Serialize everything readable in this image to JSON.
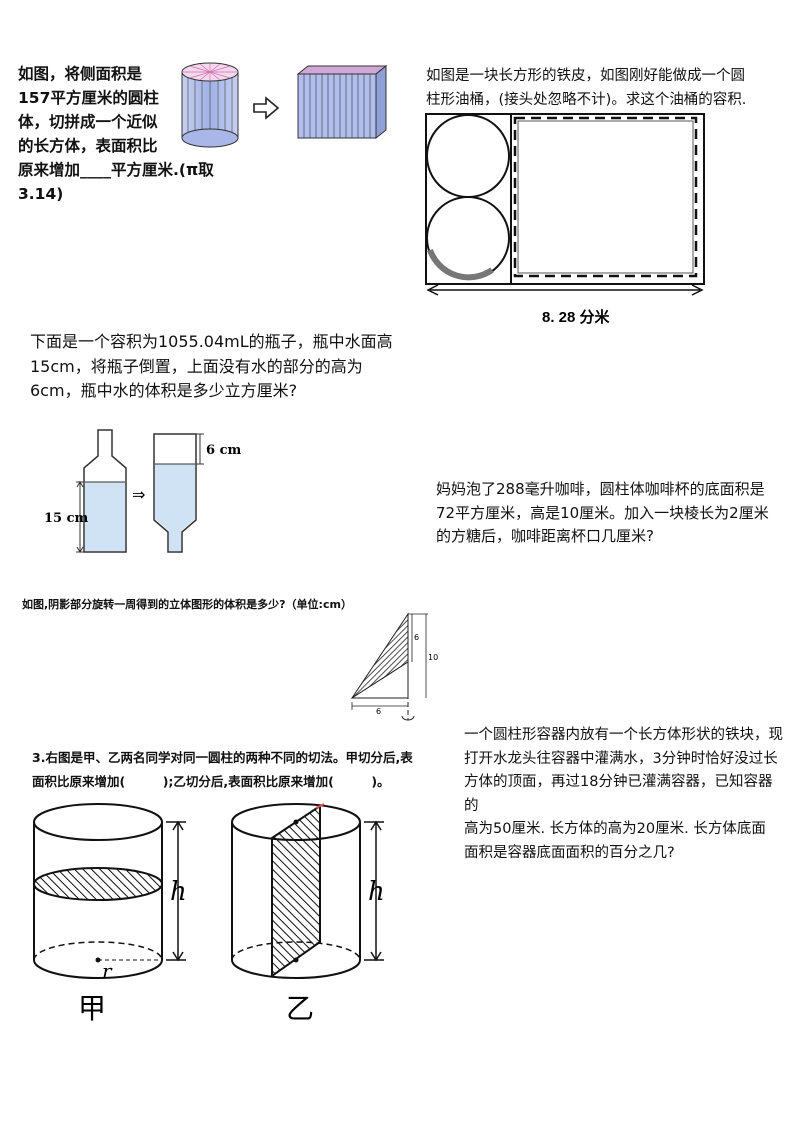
{
  "q1": {
    "text": "如图，将侧面积是\n157平方厘米的圆柱\n体，切拼成一个近似\n的长方体，表面积比\n原来增加____平方厘米.(π取3.14)"
  },
  "q2": {
    "text": "如图是一块长方形的铁皮，如图刚好能做成一个圆\n柱形油桶，(接头处忽略不计)。求这个油桶的容积.",
    "dim_label": "8. 28 分米"
  },
  "q3": {
    "text": "下面是一个容积为1055.04mL的瓶子，瓶中水面高\n15cm，将瓶子倒置，上面没有水的部分的高为\n6cm，瓶中水的体积是多少立方厘米?",
    "label_6cm": "6 cm",
    "label_15cm": "15 cm",
    "arrow": "⇒"
  },
  "q4": {
    "text": "妈妈泡了288毫升咖啡，圆柱体咖啡杯的底面积是\n72平方厘米，高是10厘米。加入一块棱长为2厘米\n的方糖后，咖啡距离杯口几厘米?"
  },
  "q5": {
    "text": "如图,阴影部分旋转一周得到的立体图形的体积是多少?（单位:cm）",
    "label_6_inner": "6",
    "label_10": "10",
    "label_6_bottom": "6"
  },
  "q6": {
    "text": "一个圆柱形容器内放有一个长方体形状的铁块，现\n打开水龙头往容器中灌满水，3分钟时恰好没过长\n方体的顶面，再过18分钟已灌满容器，已知容器的\n高为50厘米. 长方体的高为20厘米. 长方体底面\n面积是容器底面面积的百分之几?"
  },
  "q7": {
    "text": "3.右图是甲、乙两名同学对同一圆柱的两种不同的切法。甲切分后,表\n   面积比原来增加(　　　);乙切分后,表面积比原来增加(　　　)。",
    "label_h": "h",
    "label_r": "r",
    "caption_a": "甲",
    "caption_b": "乙"
  },
  "colors": {
    "ink": "#111111",
    "water": "#cfe3f5",
    "cylinder_fill": "#a9b6e8",
    "pink": "#e0a0c8"
  }
}
